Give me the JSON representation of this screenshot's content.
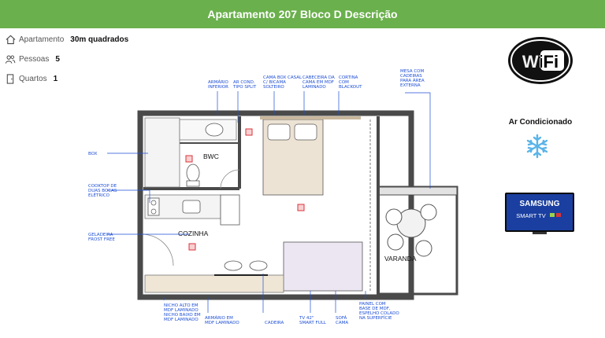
{
  "header": {
    "title": "Apartamento 207 Bloco D Descrição"
  },
  "info": [
    {
      "icon": "home-icon",
      "label": "Apartamento",
      "value": "30m quadrados"
    },
    {
      "icon": "people-icon",
      "label": "Pessoas",
      "value": "5"
    },
    {
      "icon": "door-icon",
      "label": "Quartos",
      "value": "1"
    }
  ],
  "plan": {
    "rooms": {
      "bwc": "BWC",
      "cozinha": "COZINHA",
      "varanda": "VARANDA"
    },
    "top_labels": [
      [
        "ARMÁRIO",
        "INFERIOR"
      ],
      [
        "AR COND.",
        "TIPO SPLIT"
      ],
      [
        "CAMA BOX CASAL",
        "C/ BICAMA",
        "SOLTEIRO"
      ],
      [
        "CABECEIRA DA",
        "CAMA EM MDF",
        "LAMINADO"
      ],
      [
        "CORTINA",
        "COM",
        "BLACKOUT"
      ],
      [
        "MESA COM",
        "CADEIRAS",
        "PARA ÁREA",
        "EXTERNA"
      ]
    ],
    "left_labels": [
      [
        "BOX"
      ],
      [
        "COOKTOP DE",
        "DUAS BOCAS",
        "ELÉTRICO"
      ],
      [
        "GELADEIRA",
        "FROST FREE"
      ]
    ],
    "bottom_labels": [
      [
        "NICHO ALTO EM",
        "MDF LAMINADO",
        "NICHO BAIXO EM",
        "MDF LAMINADO"
      ],
      [
        "ARMÁRIO EM",
        "MDF LAMINADO"
      ],
      [
        "CADEIRA"
      ],
      [
        "TV 42\"",
        "SMART FULL"
      ],
      [
        "SOFÁ",
        "CAMA"
      ],
      [
        "PAINEL COM",
        "BASE DE MDF,",
        "ESPELHO COLADO",
        "NA SUPERFÍCIE"
      ]
    ]
  },
  "amenities": {
    "wifi_text": "WiFi",
    "ac_label": "Ar Condicionado",
    "tv_brand": "SAMSUNG",
    "tv_line": "SMART TV"
  },
  "colors": {
    "header": "#6ab04c",
    "annotation": "#1e4fd6",
    "wall": "#4a4a4a",
    "outlet": "#d9343a"
  }
}
